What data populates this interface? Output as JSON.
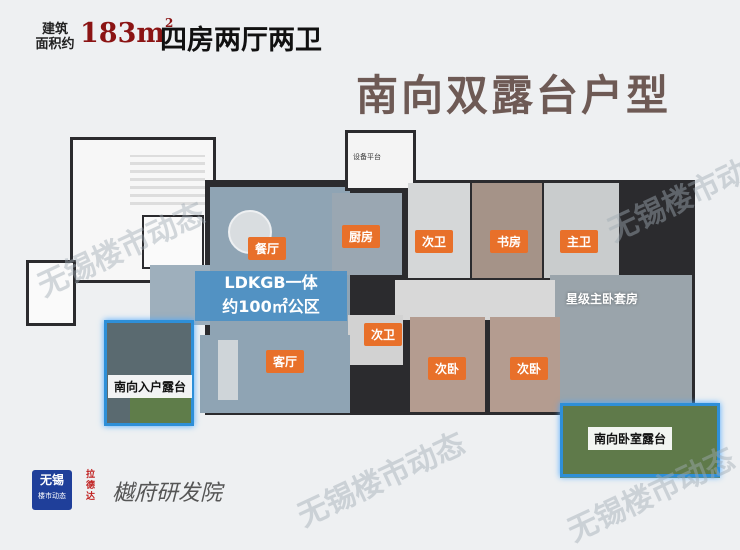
{
  "header": {
    "label_line1": "建筑",
    "label_line2": "面积约",
    "area_number": "183m",
    "area_sup": "2",
    "layout_type": "四房两厅两卫"
  },
  "subtitle": "南向双露台户型",
  "banner": {
    "line1": "LDKGB一体",
    "line2": "约100㎡公区"
  },
  "rooms": {
    "dining": "餐厅",
    "kitchen": "厨房",
    "bath2_top": "次卫",
    "study": "书房",
    "master_bath": "主卫",
    "master_suite": "星级主卧套房",
    "bath2_mid": "次卫",
    "living": "客厅",
    "bedroom2_left": "次卧",
    "bedroom2_right": "次卧",
    "equipment_platform": "设备平台"
  },
  "terraces": {
    "entry": "南向入户露台",
    "bedroom": "南向卧室露台"
  },
  "watermarks": [
    "无锡楼市动态",
    "无锡楼市动态",
    "无锡楼市动态",
    "无锡楼市动态"
  ],
  "logos": {
    "wuxi_line1": "无锡",
    "wuxi_line2": "楼市动态",
    "vertical_brand": "拉德达",
    "script_logo": "樾府研发院"
  },
  "colors": {
    "label_orange": "#e8702a",
    "banner_blue": "#4d90c4",
    "terrace_blue": "#2e8fd8",
    "area_red": "#8b1414"
  }
}
